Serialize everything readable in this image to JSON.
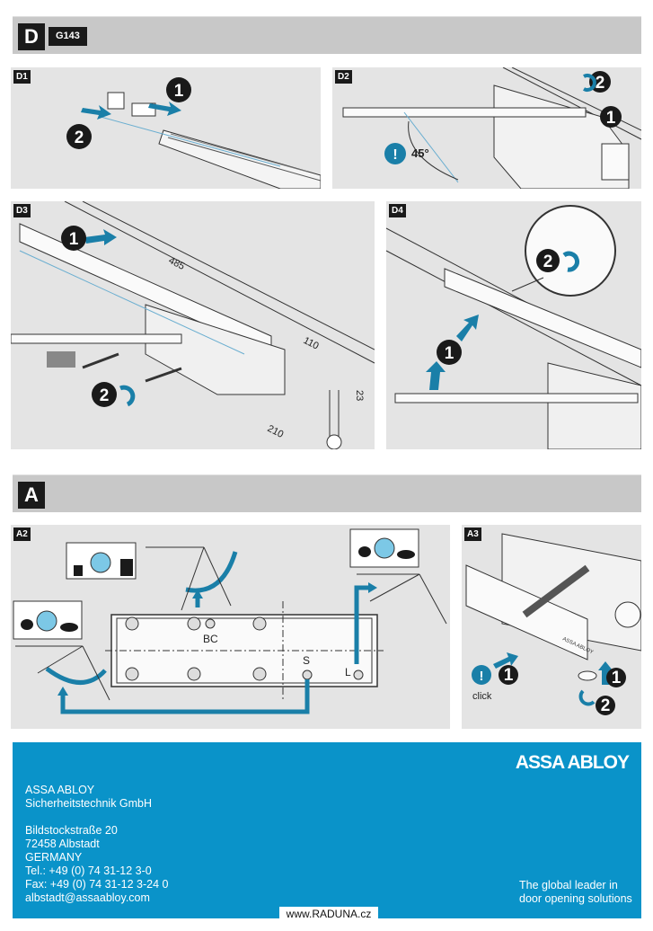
{
  "section_d": {
    "letter": "D",
    "code": "G143"
  },
  "d1": {
    "label": "D1",
    "step1": "1",
    "step2": "2"
  },
  "d2": {
    "label": "D2",
    "step1": "1",
    "step2": "2",
    "angle": "45°"
  },
  "d3": {
    "label": "D3",
    "step1": "1",
    "step2": "2",
    "dim_485": "485",
    "dim_110": "110",
    "dim_210": "210",
    "dim_23": "23"
  },
  "d4": {
    "label": "D4",
    "step1": "1",
    "step2": "2"
  },
  "section_a": {
    "letter": "A"
  },
  "a2": {
    "label": "A2",
    "bc": "BC",
    "s": "S",
    "l": "L"
  },
  "a3": {
    "label": "A3",
    "step1": "1",
    "step2": "2",
    "click": "click",
    "brand": "ASSA ABLOY"
  },
  "footer": {
    "logo": "ASSA ABLOY",
    "address": [
      "ASSA ABLOY",
      "Sicherheitstechnik GmbH",
      "",
      "Bildstockstraße 20",
      "72458 Albstadt",
      "GERMANY",
      "Tel.: +49 (0) 74 31-12 3-0",
      "Fax: +49 (0) 74 31-12 3-24 0",
      "albstadt@assaabloy.com"
    ],
    "tagline": [
      "The global leader in",
      "door opening solutions"
    ]
  },
  "watermark": "www.RADUNA.cz",
  "colors": {
    "arrow": "#1a7fa8",
    "footer": "#0a93c9",
    "header": "#c8c8c8"
  }
}
